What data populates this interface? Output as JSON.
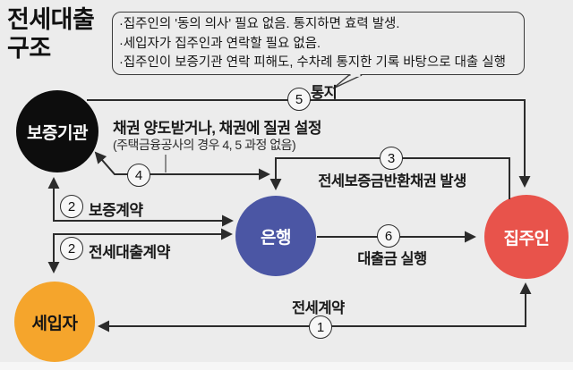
{
  "title": {
    "line1": "전세대출",
    "line2": "구조"
  },
  "note": {
    "items": [
      "·집주인의 '동의 의사' 필요 없음. 통지하면 효력 발생.",
      "·세입자가 집주인과 연락할 필요 없음.",
      "·집주인이 보증기관 연락 피해도, 수차례 통지한 기록 바탕으로 대출 실행"
    ]
  },
  "nodes": {
    "guarantor": {
      "label": "보증기관",
      "color": "#0d0d0d"
    },
    "bank": {
      "label": "은행",
      "color": "#4b56a4"
    },
    "landlord": {
      "label": "집주인",
      "color": "#e8534b"
    },
    "tenant": {
      "label": "세입자",
      "color": "#f5a52c"
    }
  },
  "steps": {
    "s1": {
      "num": "1",
      "label": "전세계약"
    },
    "s2a": {
      "num": "2",
      "label": "보증계약"
    },
    "s2b": {
      "num": "2",
      "label": "전세대출계약"
    },
    "s3": {
      "num": "3",
      "label": "전세보증금반환채권 발생"
    },
    "s4": {
      "num": "4",
      "label": "채권 양도받거나, 채권에 질권 설정",
      "sublabel": "(주택금융공사의 경우 4, 5 과정 없음)"
    },
    "s5": {
      "num": "5",
      "label": "통지"
    },
    "s6": {
      "num": "6",
      "label": "대출금 실행"
    }
  },
  "colors": {
    "background": "#ececec",
    "line": "#2b2b2b",
    "text": "#1d1d1d",
    "badge_bg": "#f7f7f7"
  }
}
